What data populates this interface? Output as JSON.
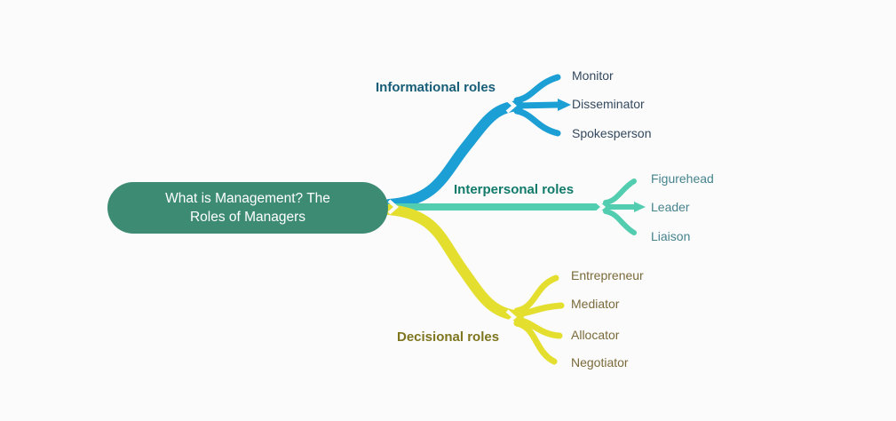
{
  "canvas": {
    "background_color": "#fbfbfb"
  },
  "mindmap": {
    "root": {
      "label": "What is Management? The Roles of Managers",
      "fill_color": "#3e8b73",
      "text_color": "#ffffff"
    },
    "branches": [
      {
        "label": "Informational roles",
        "branch_color": "#1b9fd4",
        "label_color": "#175d78",
        "child_text_color": "#34495e",
        "children": [
          "Monitor",
          "Disseminator",
          "Spokesperson"
        ]
      },
      {
        "label": "Interpersonal roles",
        "branch_color": "#52cdb0",
        "label_color": "#117a6a",
        "child_text_color": "#46838c",
        "children": [
          "Figurehead",
          "Leader",
          "Liaison"
        ]
      },
      {
        "label": "Decisional roles",
        "branch_color": "#e4df2e",
        "label_color": "#7e751f",
        "child_text_color": "#7a6a3a",
        "children": [
          "Entrepreneur",
          "Mediator",
          "Allocator",
          "Negotiator"
        ]
      }
    ]
  }
}
